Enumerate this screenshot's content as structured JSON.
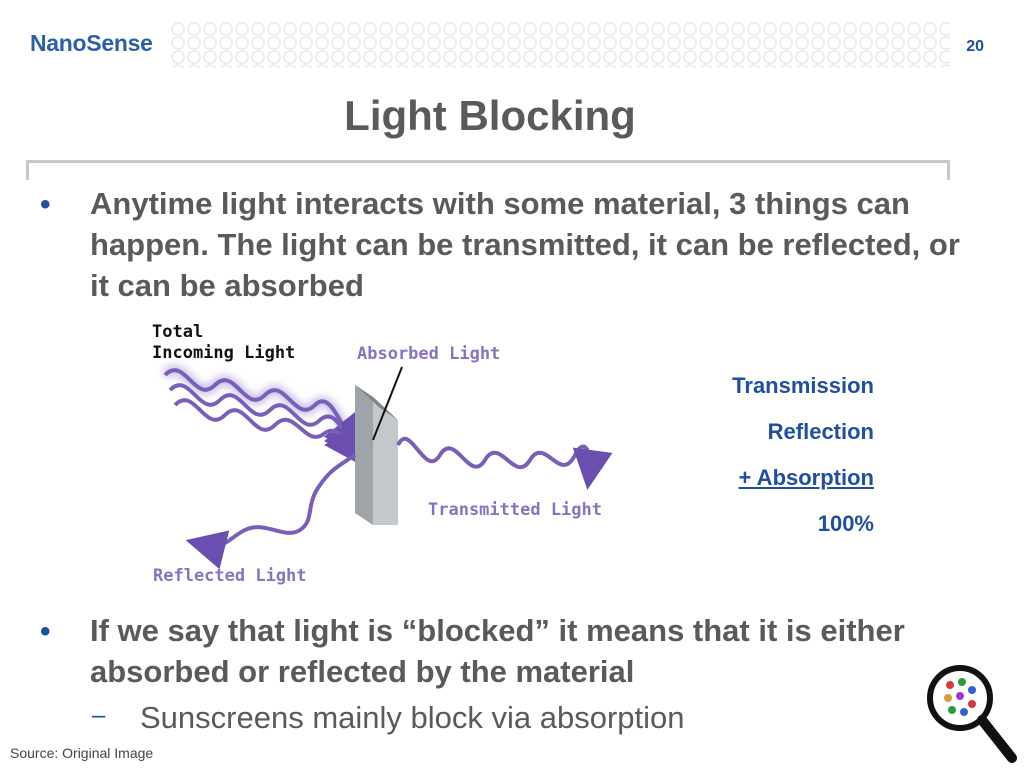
{
  "header": {
    "logo": "NanoSense",
    "page_number": "20"
  },
  "title": "Light Blocking",
  "bullets": [
    "Anytime light interacts with some material, 3 things can happen. The light can be transmitted, it can be reflected, or it can be absorbed",
    "If we say that light is “blocked” it means that it is either absorbed or reflected by the material"
  ],
  "sub_bullet": "Sunscreens mainly block via absorption",
  "diagram": {
    "label_total_line1": "Total",
    "label_total_line2": "Incoming Light",
    "label_absorbed": "Absorbed Light",
    "label_transmitted": "Transmitted Light",
    "label_reflected": "Reflected Light"
  },
  "summation": {
    "items": [
      "Transmission",
      "Reflection",
      "+ Absorption",
      "100%"
    ]
  },
  "source": "Source: Original Image",
  "colors": {
    "accent": "#1f4fa0",
    "wave": "#7a5fb8",
    "text": "#5a5a5a"
  }
}
